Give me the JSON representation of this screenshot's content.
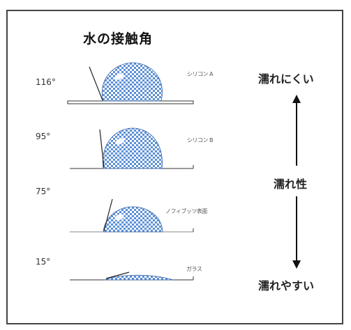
{
  "title": "水の接触角",
  "rows": [
    {
      "angle": "116°",
      "material": "シリコン A"
    },
    {
      "angle": "95°",
      "material": "シリコン B"
    },
    {
      "angle": "75°",
      "material": "ノフィブッツ表面"
    },
    {
      "angle": "15°",
      "material": "ガラス"
    }
  ],
  "wettability": {
    "top": "濡れにくい",
    "middle": "濡れ性",
    "bottom": "濡れやすい"
  },
  "colors": {
    "droplet": "#5b8fd6",
    "droplet_light": "#ffffff",
    "line": "#333333"
  }
}
